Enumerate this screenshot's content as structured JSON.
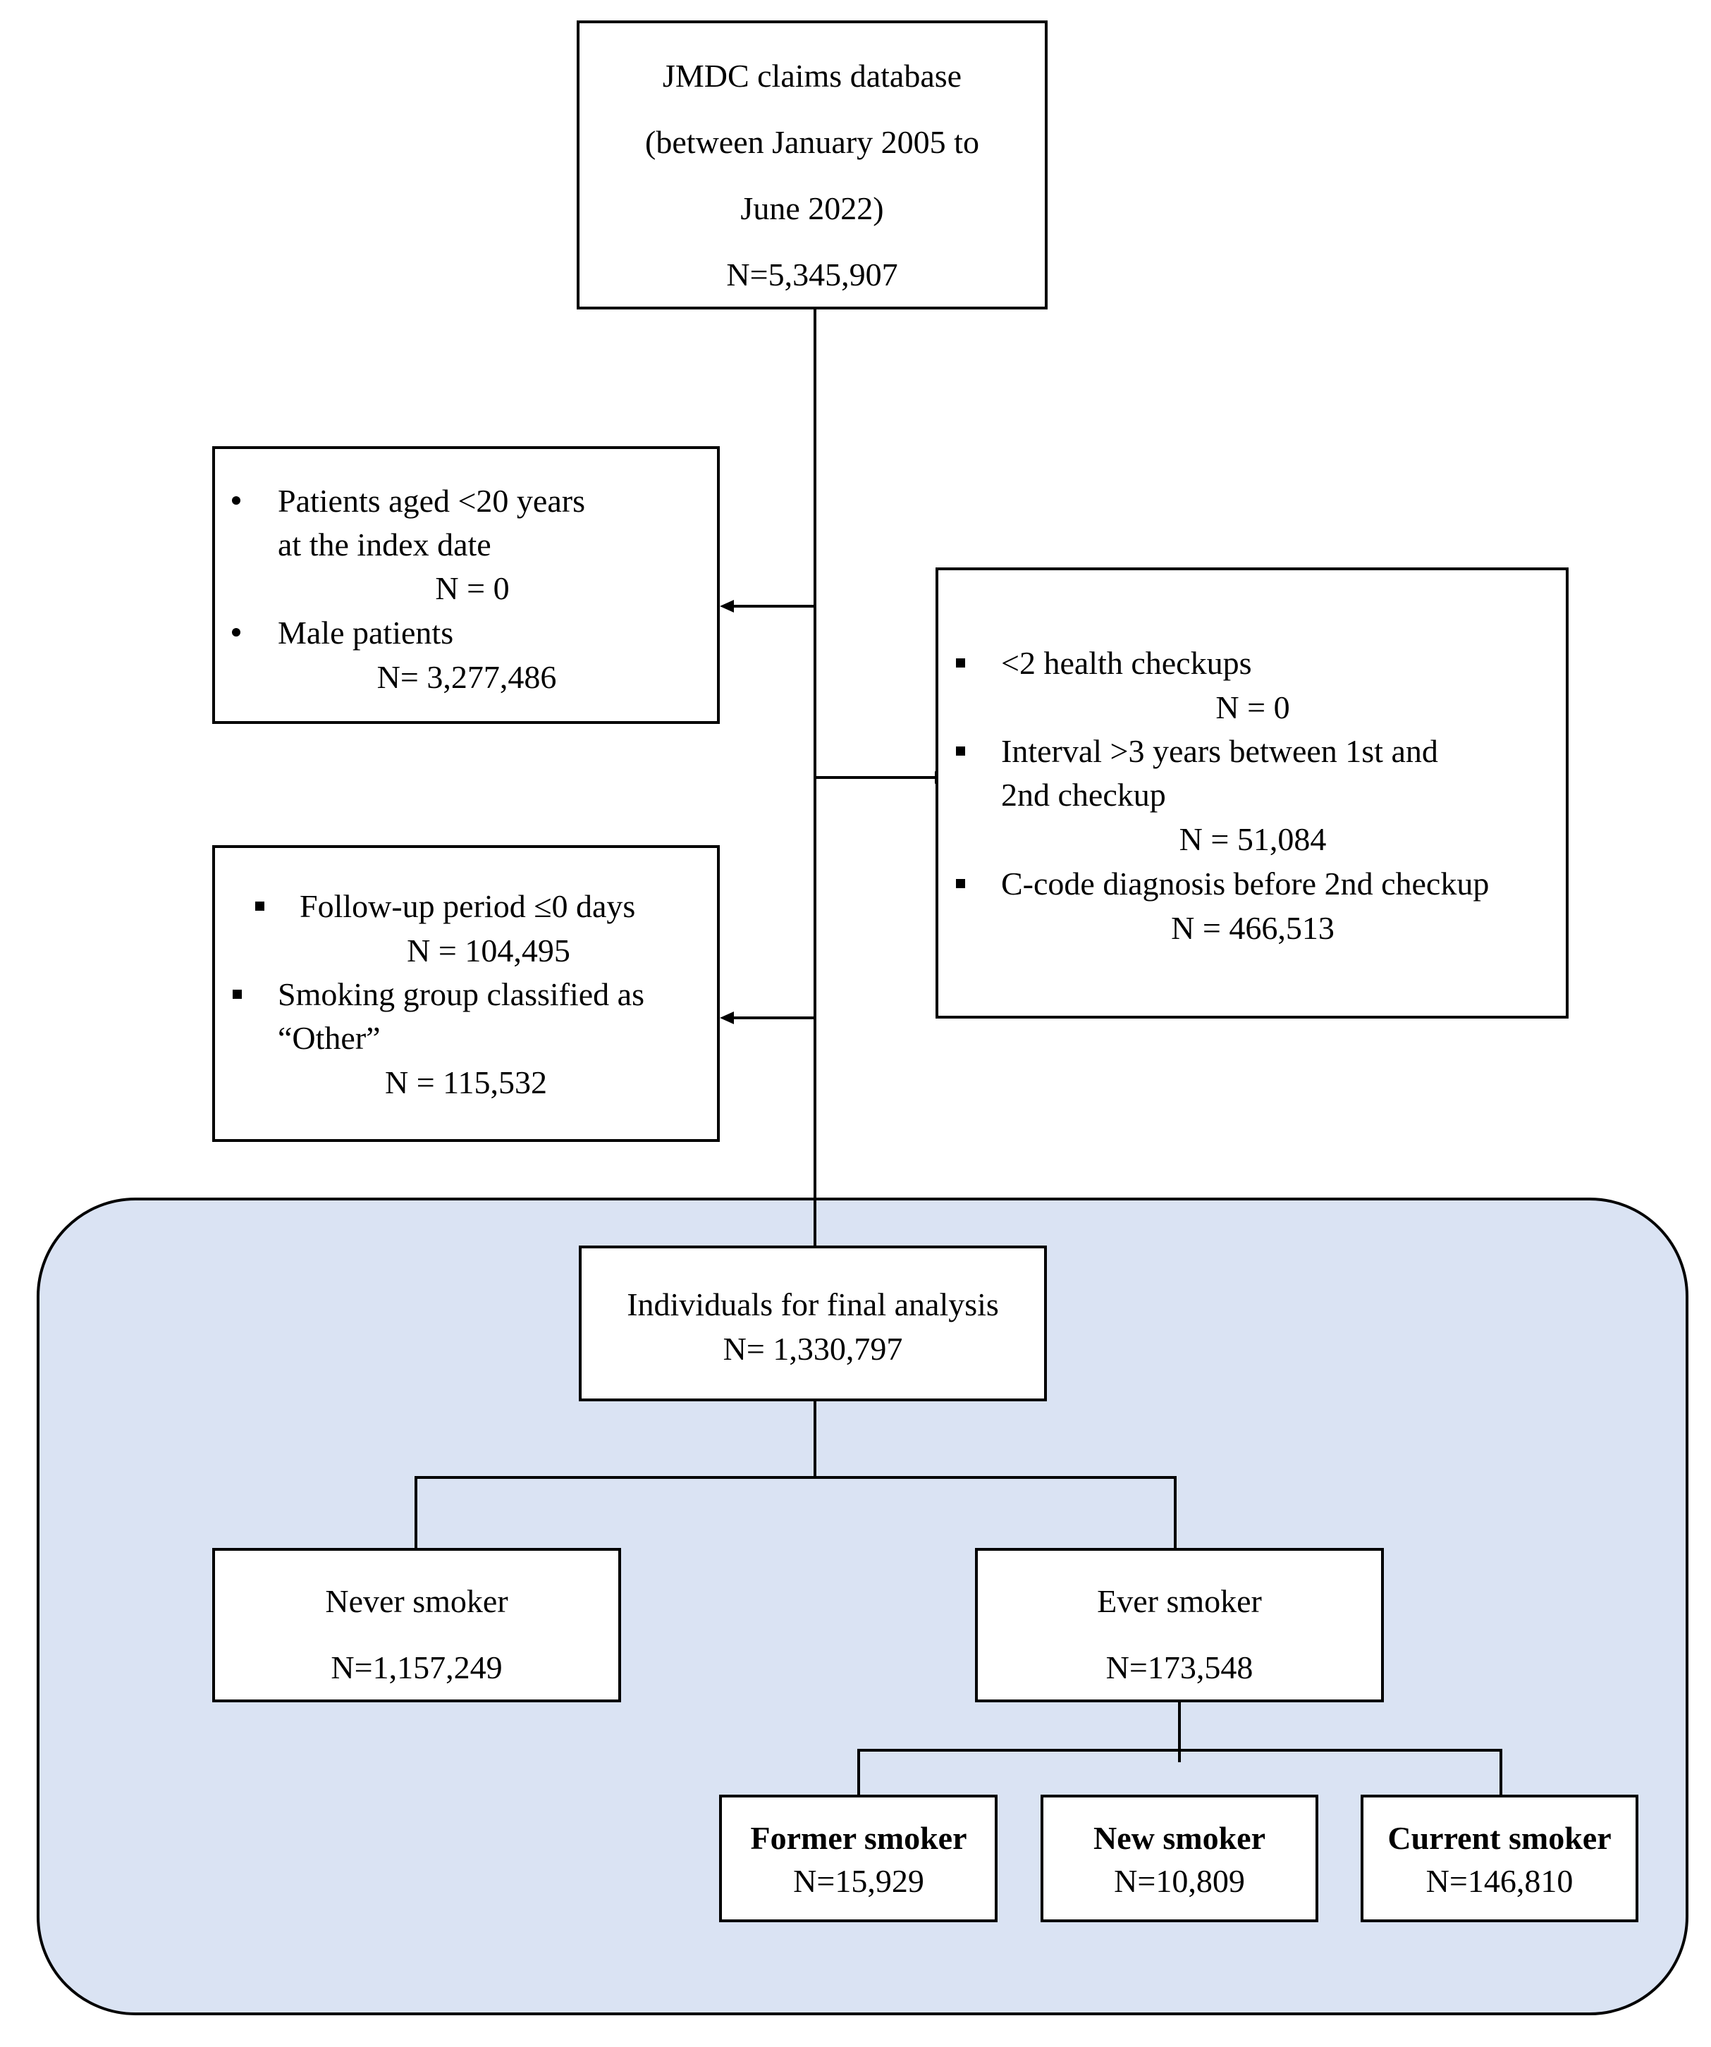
{
  "top_box": {
    "line1": "JMDC claims database",
    "line2": "(between January 2005 to",
    "line3": "June 2022)",
    "count": "N=5,345,907"
  },
  "exclusion1": {
    "item1_line1": "Patients aged <20 years",
    "item1_line2": "at the index date",
    "item1_count": "N = 0",
    "item2_line1": "Male patients",
    "item2_count": "N= 3,277,486"
  },
  "exclusion2": {
    "item1_line1": "<2 health checkups",
    "item1_count": "N = 0",
    "item2_line1": "Interval >3 years between 1st and",
    "item2_line2": "2nd checkup",
    "item2_count": "N = 51,084",
    "item3_line1": "C-code diagnosis before 2nd checkup",
    "item3_count": "N = 466,513"
  },
  "exclusion3": {
    "item1_line1": "Follow-up period ≤0 days",
    "item1_count": "N = 104,495",
    "item2_line1": "Smoking group classified as",
    "item2_line2": "“Other”",
    "item2_count": "N = 115,532"
  },
  "final_box": {
    "line1": "Individuals for final analysis",
    "count": "N= 1,330,797"
  },
  "never_smoker": {
    "label": "Never smoker",
    "count": "N=1,157,249"
  },
  "ever_smoker": {
    "label": "Ever smoker",
    "count": "N=173,548"
  },
  "former_smoker": {
    "label": "Former smoker",
    "count": "N=15,929"
  },
  "new_smoker": {
    "label": "New smoker",
    "count": "N=10,809"
  },
  "current_smoker": {
    "label": "Current smoker",
    "count": "N=146,810"
  },
  "colors": {
    "panel_fill": "#dae3f3",
    "stroke": "#000000"
  }
}
